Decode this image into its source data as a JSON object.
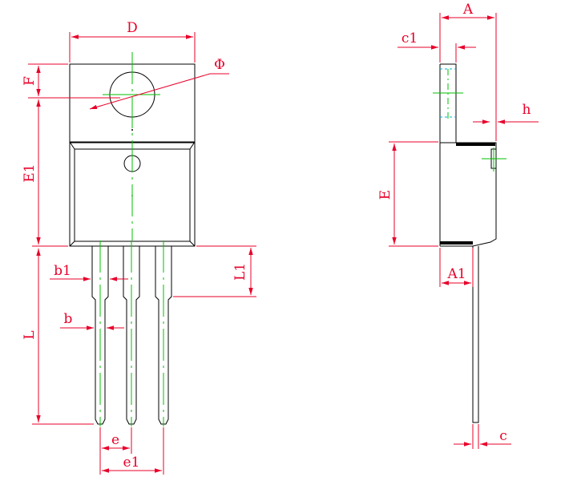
{
  "labels": {
    "D": "D",
    "Phi": "Φ",
    "F": "F",
    "E1": "E1",
    "b1": "b1",
    "L1": "L1",
    "b": "b",
    "L": "L",
    "e": "e",
    "e1": "e1",
    "A": "A",
    "c1": "c1",
    "h": "h",
    "E": "E",
    "A1": "A1",
    "c": "c"
  },
  "colors": {
    "dimension": "#e8002a",
    "outline": "#000000",
    "centerline": "#00c000",
    "hidden": "#00b0d0"
  }
}
